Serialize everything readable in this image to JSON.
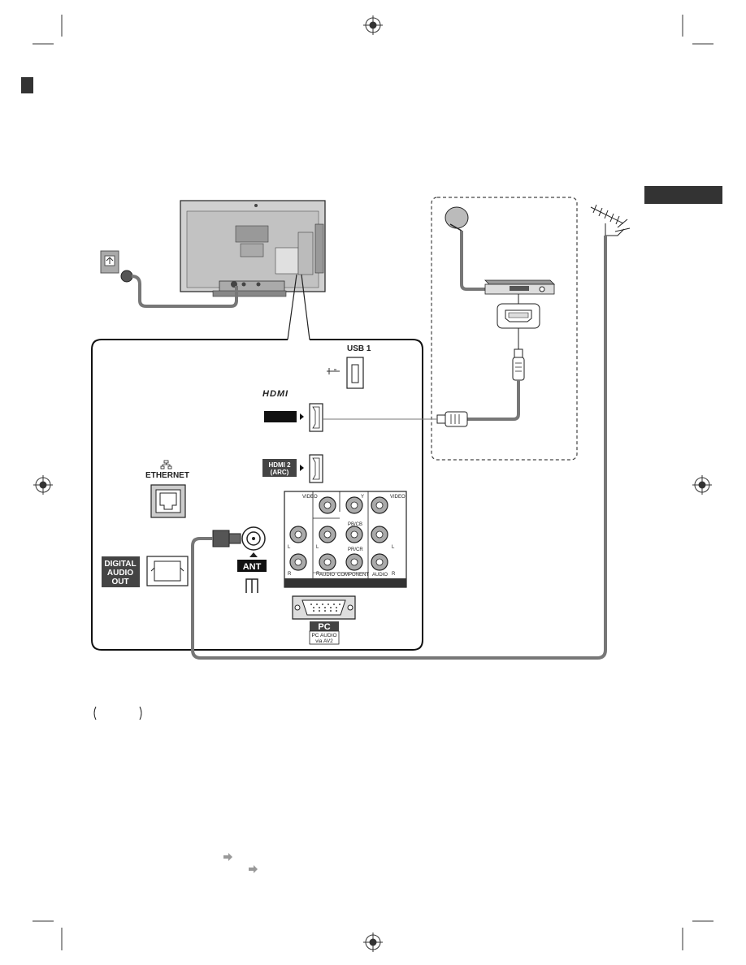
{
  "ports": {
    "usb": "USB 1",
    "hdmi_logo": "HDMI",
    "hdmi2_line1": "HDMI 2",
    "hdmi2_line2": "(ARC)",
    "ethernet": "ETHERNET",
    "digital_audio_line1": "DIGITAL",
    "digital_audio_line2": "AUDIO",
    "digital_audio_line3": "OUT",
    "ant": "ANT",
    "pc": "PC",
    "pc_audio_line1": "PC AUDIO",
    "pc_audio_line2": "via AV2"
  },
  "av_panel": {
    "video_left": "VIDEO",
    "video_right": "VIDEO",
    "y": "Y",
    "pb_cb": "PB/CB",
    "pr_cr": "PR/CR",
    "l": "L",
    "r": "R",
    "audio_left": "AUDIO",
    "component": "COMPONENT",
    "audio_right": "AUDIO"
  },
  "colors": {
    "cable": "#777777",
    "panel_dark": "#222222",
    "dashed_box": "#444444",
    "side_tab": "#333333"
  }
}
